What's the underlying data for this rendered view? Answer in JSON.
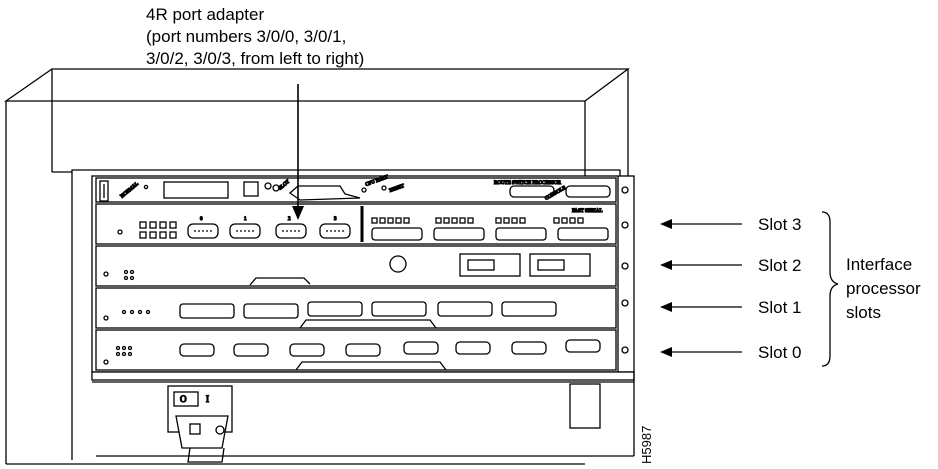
{
  "callout": {
    "line1": "4R port adapter",
    "line2": "(port numbers 3/0/0, 3/0/1,",
    "line3": "3/0/2, 3/0/3, from left to right)"
  },
  "slots": [
    {
      "label": "Slot 3"
    },
    {
      "label": "Slot 2"
    },
    {
      "label": "Slot 1"
    },
    {
      "label": "Slot 0"
    }
  ],
  "group_label": {
    "line1": "Interface",
    "line2": "processor",
    "line3": "slots"
  },
  "panel_text": {
    "route_switch": "ROUTE SWITCH PROCESSOR",
    "fast_serial": "FAST SERIAL",
    "normal": "NORMAL",
    "cpu_halt": "CPU HALT",
    "reset": "RESET",
    "console": "CONSOLE",
    "aux": "AUX",
    "port_numbers": [
      "0",
      "1",
      "2",
      "3"
    ]
  },
  "figure_id": "H5987"
}
